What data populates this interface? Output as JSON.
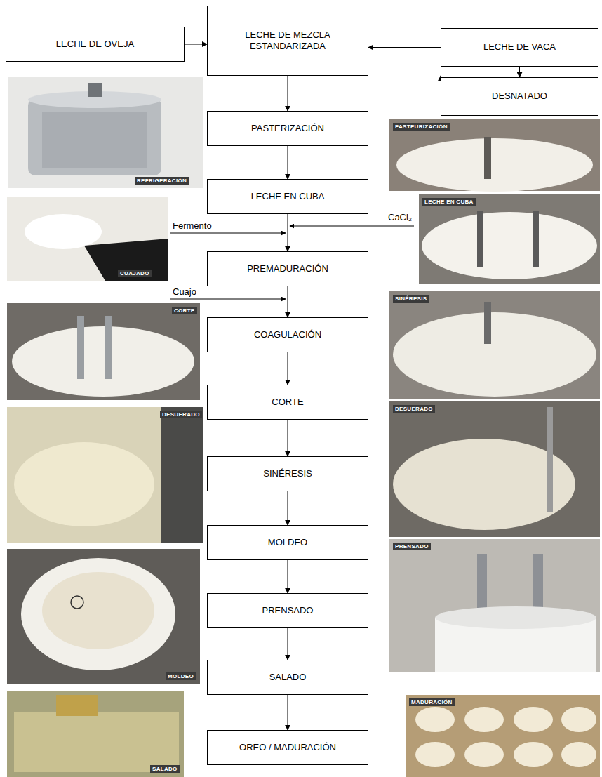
{
  "diagram": {
    "nodes": [
      {
        "text": [
          "LECHE DE OVEJA"
        ]
      },
      {
        "text": [
          "LECHE DE MEZCLA ESTANDARIZADA"
        ]
      },
      {
        "text": [
          "LECHE DE VACA"
        ]
      },
      {
        "text": [
          "DESNATADO"
        ]
      },
      {
        "text": [
          "PASTERIZACIÓN"
        ]
      },
      {
        "text": [
          "LECHE EN CUBA"
        ]
      },
      {
        "text": [
          "PREMADURACIÓN"
        ]
      },
      {
        "text": [
          "COAGULACIÓN"
        ]
      },
      {
        "text": [
          "CORTE"
        ]
      },
      {
        "text": [
          "SINÉRESIS"
        ]
      },
      {
        "text": [
          "MOLDEO"
        ]
      },
      {
        "text": [
          "PRENSADO"
        ]
      },
      {
        "text": [
          "SALADO"
        ]
      },
      {
        "text": [
          "OREO / MADURACIÓN"
        ]
      }
    ],
    "edges": [
      {
        "from": 0,
        "to": 1,
        "arrow": "to"
      },
      {
        "from": 2,
        "to": 1,
        "arrow": "to"
      },
      {
        "from": 2,
        "to": 3,
        "arrow": "to"
      },
      {
        "from": 3,
        "to": 1,
        "arrow": "to"
      },
      {
        "from": 1,
        "to": 4,
        "arrow": "to"
      },
      {
        "from": 4,
        "to": 5,
        "arrow": "to"
      },
      {
        "from": 5,
        "to": 6,
        "arrow": "to"
      },
      {
        "from": 6,
        "to": 7,
        "arrow": "to"
      },
      {
        "from": 7,
        "to": 8,
        "arrow": "to"
      },
      {
        "from": 8,
        "to": 9,
        "arrow": "to"
      },
      {
        "from": 9,
        "to": 10,
        "arrow": "to"
      },
      {
        "from": 10,
        "to": 11,
        "arrow": "to"
      },
      {
        "from": 11,
        "to": 12,
        "arrow": "to"
      },
      {
        "from": 12,
        "to": 13,
        "arrow": "to"
      }
    ],
    "labels": [
      "REFRIGERACIÓN",
      "PASTEURIZACIÓN",
      "CUAJADO",
      "Fermento",
      "CaCl₂",
      "LECHE EN CUBA",
      "Cuajo",
      "CORTE",
      "SINÉRESIS",
      "DESUERADO",
      "DESUERADO",
      "MOLDEO",
      "PRENSADO",
      "SALADO",
      "MADURACIÓN"
    ]
  }
}
